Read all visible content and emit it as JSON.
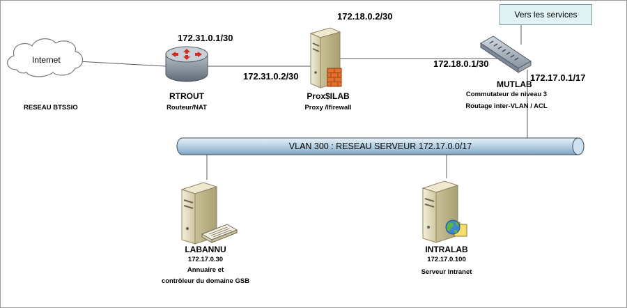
{
  "internet": {
    "label": "Internet"
  },
  "network_name": "RESEAU BTSSIO",
  "services_box": {
    "label": "Vers les services"
  },
  "vlan": {
    "label": "VLAN 300 : RESEAU SERVEUR 172.17.0.0/17"
  },
  "rtrout": {
    "name": "RTROUT",
    "role": "Routeur/NAT",
    "ip_wan": "172.31.0.1/30"
  },
  "proxy": {
    "name": "Prox$ILAB",
    "role": "Proxy /Ifirewall",
    "ip_left": "172.31.0.2/30",
    "ip_top": "172.18.0.2/30"
  },
  "mutlab": {
    "name": "MUTLAB",
    "role_line1": "Commutateur  de niveau 3",
    "role_line2": "Routage  inter-VLAN / ACL",
    "ip_left": "172.18.0.1/30",
    "ip_right": "172.17.0.1/17"
  },
  "labannu": {
    "name": "LABANNU",
    "ip": "172.17.0.30",
    "role_line1": "Annuaire et",
    "role_line2": "contrôleur du domaine GSB"
  },
  "intralab": {
    "name": "INTRALAB",
    "ip": "172.17.0.100",
    "role": "Serveur Intranet"
  },
  "colors": {
    "vlan_fill": "#b8d3e6",
    "services_fill": "#e0f2f3",
    "router_body": "#7f8a96",
    "arrow_red": "#d22a1e",
    "firewall_orange": "#e3702b",
    "server_beige": "#ddd6b4"
  }
}
